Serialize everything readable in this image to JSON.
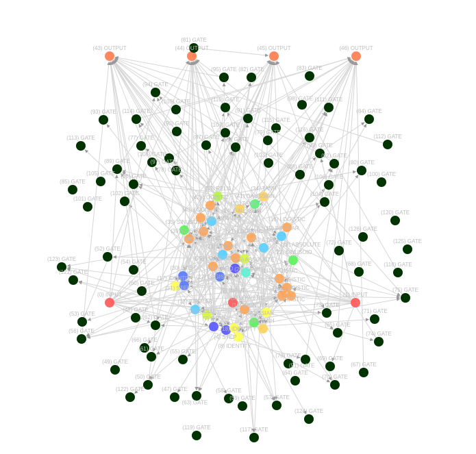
{
  "colors": {
    "edge": "#d6d6d6",
    "label": "#bdbdbd",
    "gate": "#003300",
    "output": "#ff7f50",
    "input": "#ff5a5a",
    "logistic": "#ffa559",
    "tanh": "#ffd25c",
    "identity": "#ffff55",
    "relu": "#b5f542",
    "sinusoid": "#5cf25c",
    "gaussian": "#5cf27a",
    "bipolar": "#5ccfff",
    "hardtanh": "#5a7bff",
    "step": "#5a5aff",
    "absolute": "#5cf2d6",
    "lime": "#d6f542"
  },
  "nodes": [
    {
      "id": "43",
      "label": "(43) OUTPUT",
      "kind": "output"
    },
    {
      "id": "44",
      "label": "(44) OUTPUT",
      "kind": "output"
    },
    {
      "id": "45",
      "label": "(45) OUTPUT",
      "kind": "output"
    },
    {
      "id": "46",
      "label": "(46) OUTPUT",
      "kind": "output"
    },
    {
      "id": "0",
      "label": "(0) INPUT",
      "kind": "input"
    },
    {
      "id": "1",
      "label": "(1) INPUT",
      "kind": "input"
    },
    {
      "id": "2",
      "label": "(2) INPUT",
      "kind": "input"
    },
    {
      "id": "81",
      "label": "(81) GATE",
      "kind": "gate"
    },
    {
      "id": "95",
      "label": "(95) GATE",
      "kind": "gate"
    },
    {
      "id": "82",
      "label": "(82) GATE",
      "kind": "gate"
    },
    {
      "id": "83",
      "label": "(83) GATE",
      "kind": "gate"
    },
    {
      "id": "94",
      "label": "(94) GATE",
      "kind": "gate"
    },
    {
      "id": "109",
      "label": "(109) GATE",
      "kind": "gate"
    },
    {
      "id": "110",
      "label": "(110) GATE",
      "kind": "gate"
    },
    {
      "id": "98",
      "label": "(98) GATE",
      "kind": "gate"
    },
    {
      "id": "111",
      "label": "(111) GATE",
      "kind": "gate"
    },
    {
      "id": "93",
      "label": "(93) GATE",
      "kind": "gate"
    },
    {
      "id": "114",
      "label": "(114) GATE",
      "kind": "gate"
    },
    {
      "id": "90",
      "label": "(90) GATE",
      "kind": "gate"
    },
    {
      "id": "107",
      "label": "(107) GATE",
      "kind": "gate"
    },
    {
      "id": "91",
      "label": "(91) GATE",
      "kind": "gate"
    },
    {
      "id": "115",
      "label": "(115) GATE",
      "kind": "gate"
    },
    {
      "id": "84",
      "label": "(84) GATE",
      "kind": "gate"
    },
    {
      "id": "113",
      "label": "(113) GATE",
      "kind": "gate"
    },
    {
      "id": "77",
      "label": "(77) GATE",
      "kind": "gate"
    },
    {
      "id": "87",
      "label": "(87) GATE",
      "kind": "gate"
    },
    {
      "id": "96",
      "label": "(96) GATE",
      "kind": "gate"
    },
    {
      "id": "79",
      "label": "(79) GATE",
      "kind": "gate"
    },
    {
      "id": "116",
      "label": "(116) GATE",
      "kind": "gate"
    },
    {
      "id": "112",
      "label": "(112) GATE",
      "kind": "gate"
    },
    {
      "id": "97",
      "label": "(97) GATE",
      "kind": "gate"
    },
    {
      "id": "108",
      "label": "(108) GATE",
      "kind": "gate"
    },
    {
      "id": "78",
      "label": "(78) GATE",
      "kind": "gate"
    },
    {
      "id": "99",
      "label": "(99) GATE",
      "kind": "gate"
    },
    {
      "id": "92",
      "label": "(92) GATE",
      "kind": "gate"
    },
    {
      "id": "103",
      "label": "(103) GATE",
      "kind": "gate"
    },
    {
      "id": "89",
      "label": "(89) GATE",
      "kind": "gate"
    },
    {
      "id": "105",
      "label": "(105) GATE",
      "kind": "gate"
    },
    {
      "id": "86",
      "label": "(86) GATE",
      "kind": "gate"
    },
    {
      "id": "88",
      "label": "(88) GATE",
      "kind": "gate"
    },
    {
      "id": "80",
      "label": "(80) GATE",
      "kind": "gate"
    },
    {
      "id": "106",
      "label": "(106) GATE",
      "kind": "gate"
    },
    {
      "id": "100",
      "label": "(100) GATE",
      "kind": "gate"
    },
    {
      "id": "85",
      "label": "(85) GATE",
      "kind": "gate"
    },
    {
      "id": "101",
      "label": "(101) GATE",
      "kind": "gate"
    },
    {
      "id": "102",
      "label": "(102) GATE",
      "kind": "gate"
    },
    {
      "id": "104",
      "label": "(104) GATE",
      "kind": "gate"
    },
    {
      "id": "120",
      "label": "(120) GATE",
      "kind": "gate"
    },
    {
      "id": "126",
      "label": "(126) GATE",
      "kind": "gate"
    },
    {
      "id": "72",
      "label": "(72) GATE",
      "kind": "gate"
    },
    {
      "id": "125",
      "label": "(125) GATE",
      "kind": "gate"
    },
    {
      "id": "52",
      "label": "(52) GATE",
      "kind": "gate"
    },
    {
      "id": "123",
      "label": "(123) GATE",
      "kind": "gate"
    },
    {
      "id": "54",
      "label": "(54) GATE",
      "kind": "gate"
    },
    {
      "id": "121",
      "label": "(121) GATE",
      "kind": "gate"
    },
    {
      "id": "68",
      "label": "(68) GATE",
      "kind": "gate"
    },
    {
      "id": "118",
      "label": "(118) GATE",
      "kind": "gate"
    },
    {
      "id": "75",
      "label": "(75) GATE",
      "kind": "gate"
    },
    {
      "id": "60",
      "label": "(60) GATE",
      "kind": "gate"
    },
    {
      "id": "53",
      "label": "(53) GATE",
      "kind": "gate"
    },
    {
      "id": "56",
      "label": "(56) GATE",
      "kind": "gate"
    },
    {
      "id": "48",
      "label": "(48) GATE",
      "kind": "gate"
    },
    {
      "id": "62",
      "label": "(62) GATE",
      "kind": "gate"
    },
    {
      "id": "73",
      "label": "(73) GATE",
      "kind": "gate"
    },
    {
      "id": "71",
      "label": "(71) GATE",
      "kind": "gate"
    },
    {
      "id": "65",
      "label": "(65) GATE",
      "kind": "gate"
    },
    {
      "id": "74",
      "label": "(74) GATE",
      "kind": "gate"
    },
    {
      "id": "66",
      "label": "(66) GATE",
      "kind": "gate"
    },
    {
      "id": "61",
      "label": "(61) GATE",
      "kind": "gate"
    },
    {
      "id": "55",
      "label": "(55) GATE",
      "kind": "gate"
    },
    {
      "id": "49",
      "label": "(49) GATE",
      "kind": "gate"
    },
    {
      "id": "76",
      "label": "(76) GATE",
      "kind": "gate"
    },
    {
      "id": "51",
      "label": "(51) GATE",
      "kind": "gate"
    },
    {
      "id": "69",
      "label": "(69) GATE",
      "kind": "gate"
    },
    {
      "id": "67",
      "label": "(67) GATE",
      "kind": "gate"
    },
    {
      "id": "64",
      "label": "(64) GATE",
      "kind": "gate"
    },
    {
      "id": "70",
      "label": "(70) GATE",
      "kind": "gate"
    },
    {
      "id": "50",
      "label": "(50) GATE",
      "kind": "gate"
    },
    {
      "id": "122",
      "label": "(122) GATE",
      "kind": "gate"
    },
    {
      "id": "47",
      "label": "(47) GATE",
      "kind": "gate"
    },
    {
      "id": "63",
      "label": "(63) GATE",
      "kind": "gate"
    },
    {
      "id": "58",
      "label": "(58) GATE",
      "kind": "gate"
    },
    {
      "id": "59",
      "label": "(59) GATE",
      "kind": "gate"
    },
    {
      "id": "57",
      "label": "(57) GATE",
      "kind": "gate"
    },
    {
      "id": "124",
      "label": "(124) GATE",
      "kind": "gate"
    },
    {
      "id": "119",
      "label": "(119) GATE",
      "kind": "gate"
    },
    {
      "id": "117",
      "label": "(117) GATE",
      "kind": "gate"
    },
    {
      "id": "37",
      "label": "(37) RELU",
      "kind": "relu"
    },
    {
      "id": "42",
      "label": "(42) LOGISTIC",
      "kind": "logistic"
    },
    {
      "id": "34",
      "label": "(34) TANH",
      "kind": "tanh"
    },
    {
      "id": "41",
      "label": "(41) GAUSSIAN",
      "kind": "gaussian"
    },
    {
      "id": "33",
      "label": "(33) TANH",
      "kind": "tanh"
    },
    {
      "id": "40",
      "label": "(40) LOGISTIC",
      "kind": "logistic"
    },
    {
      "id": "36",
      "label": "(36) SIGMOID",
      "kind": "bipolar"
    },
    {
      "id": "35",
      "label": "(35) SINUSOID",
      "kind": "sinusoid"
    },
    {
      "id": "39",
      "label": "(39) LOGISTIC",
      "kind": "logistic"
    },
    {
      "id": "38",
      "label": "(38) LOGISTIC",
      "kind": "logistic"
    },
    {
      "id": "16",
      "label": "(16) LOGISTIC",
      "kind": "logistic"
    },
    {
      "id": "19",
      "label": "(19) BIPOLAR",
      "kind": "bipolar"
    },
    {
      "id": "20",
      "label": "(20) STEP",
      "kind": "bipolar"
    },
    {
      "id": "21",
      "label": "(21) LOGISTIC",
      "kind": "logistic"
    },
    {
      "id": "23",
      "label": "(23) LINEAR",
      "kind": "logistic"
    },
    {
      "id": "24",
      "label": "(24) GAUSSIAN",
      "kind": "logistic"
    },
    {
      "id": "25",
      "label": "(25) ABSOLUTE",
      "kind": "lime"
    },
    {
      "id": "26",
      "label": "(26) TANH",
      "kind": "step"
    },
    {
      "id": "27",
      "label": "(27) LOGISTIC",
      "kind": "bipolar"
    },
    {
      "id": "28",
      "label": "(28) ABSOLUTE",
      "kind": "absolute"
    },
    {
      "id": "29",
      "label": "(29) LOGISTIC",
      "kind": "logistic"
    },
    {
      "id": "22",
      "label": "(22) SINUSOID",
      "kind": "sinusoid"
    },
    {
      "id": "12",
      "label": "(12) HARD",
      "kind": "hardtanh"
    },
    {
      "id": "30",
      "label": "(30) STEP",
      "kind": "hardtanh"
    },
    {
      "id": "17",
      "label": "(17) IDENTITY",
      "kind": "identity"
    },
    {
      "id": "31",
      "label": "(31) STEP",
      "kind": "hardtanh"
    },
    {
      "id": "11",
      "label": "(11) LOGISTIC",
      "kind": "logistic"
    },
    {
      "id": "10",
      "label": "(10) LOGISTIC",
      "kind": "logistic"
    },
    {
      "id": "9",
      "label": "(9) LOGISTIC",
      "kind": "logistic"
    },
    {
      "id": "32",
      "label": "(32) LOGISTIC",
      "kind": "logistic"
    },
    {
      "id": "3",
      "label": "(3) LOGISTIC",
      "kind": "logistic"
    },
    {
      "id": "14",
      "label": "(14) IDENTITY",
      "kind": "identity"
    },
    {
      "id": "13",
      "label": "(13) BIPOLAR",
      "kind": "bipolar"
    },
    {
      "id": "15",
      "label": "(15) RELU",
      "kind": "lime"
    },
    {
      "id": "5",
      "label": "(5) GAUSSIAN",
      "kind": "sinusoid"
    },
    {
      "id": "6",
      "label": "(6) TANH",
      "kind": "tanh"
    },
    {
      "id": "7",
      "label": "(7) STEP",
      "kind": "step"
    },
    {
      "id": "4",
      "label": "(4) STEP",
      "kind": "step"
    },
    {
      "id": "8",
      "label": "(8) IDENTITY",
      "kind": "identity"
    },
    {
      "id": "18",
      "label": "(18) IDENTITY",
      "kind": "identity"
    }
  ]
}
